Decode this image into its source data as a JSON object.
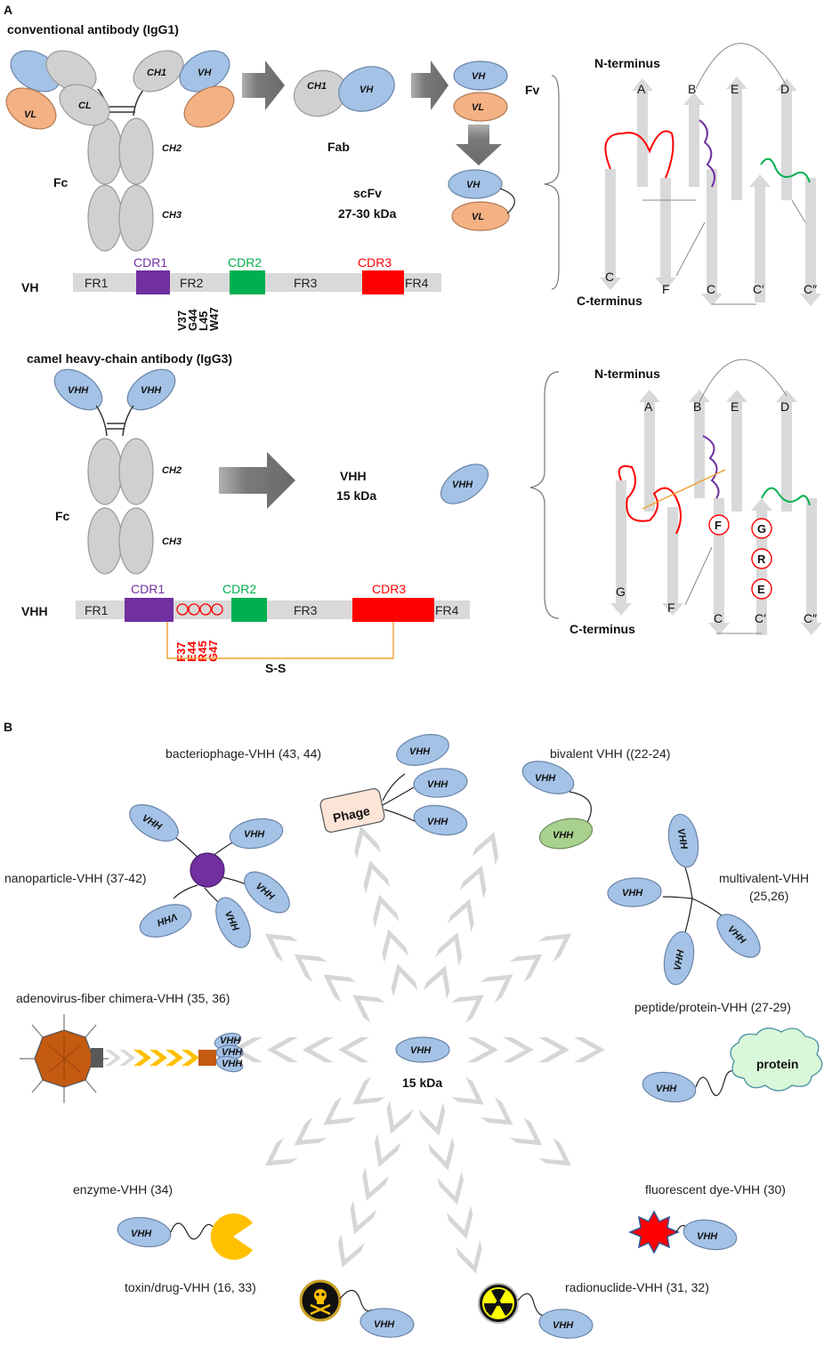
{
  "panel_a": {
    "letter": "A",
    "conv_title": "conventional antibody (IgG1)",
    "camel_title": "camel heavy-chain antibody (IgG3)",
    "domains": {
      "vl": "VL",
      "cl": "CL",
      "ch1": "CH1",
      "vh": "VH",
      "ch2": "CH2",
      "ch3": "CH3",
      "vhh": "VHH"
    },
    "fc": "Fc",
    "fab": "Fab",
    "fv": "Fv",
    "scfv_line1": "scFv",
    "scfv_line2": "27-30 kDa",
    "vhh_line1": "VHH",
    "vhh_line2": "15 kDa",
    "vh_bar": {
      "name": "VH",
      "fr1": "FR1",
      "cdr1": "CDR1",
      "fr2": "FR2",
      "cdr2": "CDR2",
      "fr3": "FR3",
      "cdr3": "CDR3",
      "fr4": "FR4",
      "residues": [
        "V37",
        "G44",
        "L45",
        "W47"
      ]
    },
    "vhh_bar": {
      "name": "VHH",
      "fr1": "FR1",
      "cdr1": "CDR1",
      "cdr2": "CDR2",
      "fr3": "FR3",
      "cdr3": "CDR3",
      "fr4": "FR4",
      "residues": [
        "F37",
        "E44",
        "R45",
        "G47"
      ],
      "ss": "S-S"
    },
    "topology_top": {
      "n_term": "N-terminus",
      "c_term": "C-terminus",
      "strands_top": [
        "A",
        "B",
        "E",
        "D"
      ],
      "strands_bottom": [
        "C",
        "F",
        "C",
        "C′",
        "C″"
      ]
    },
    "topology_bottom": {
      "n_term": "N-terminus",
      "c_term": "C-terminus",
      "strands_top": [
        "A",
        "B",
        "E",
        "D"
      ],
      "strands_bottom": [
        "G",
        "F",
        "C",
        "C′",
        "C″"
      ],
      "marked": [
        "F",
        "G",
        "R",
        "E"
      ]
    }
  },
  "panel_b": {
    "letter": "B",
    "center_label": "VHH",
    "center_size": "15 kDa",
    "vhh": "VHH",
    "phage": "Phage",
    "protein": "protein",
    "formats": {
      "bacteriophage": "bacteriophage-VHH (43, 44)",
      "bivalent": "bivalent VHH ((22-24)",
      "nanoparticle": "nanoparticle-VHH (37-42)",
      "multivalent_1": "multivalent-VHH",
      "multivalent_2": "(25,26)",
      "adenovirus": "adenovirus-fiber chimera-VHH (35, 36)",
      "peptide": "peptide/protein-VHH (27-29)",
      "enzyme": "enzyme-VHH (34)",
      "fluorescent": "fluorescent dye-VHH (30)",
      "toxin": "toxin/drug-VHH (16, 33)",
      "radionuclide": "radionuclide-VHH (31, 32)"
    }
  },
  "colors": {
    "vh_blue": "#a4c2e6",
    "vl_orange": "#f4b183",
    "constant_grey": "#d0d0d0",
    "cdr1_purple": "#7030a0",
    "cdr2_green": "#00b050",
    "cdr3_red": "#ff0000",
    "disulfide_orange": "#f0a030"
  }
}
